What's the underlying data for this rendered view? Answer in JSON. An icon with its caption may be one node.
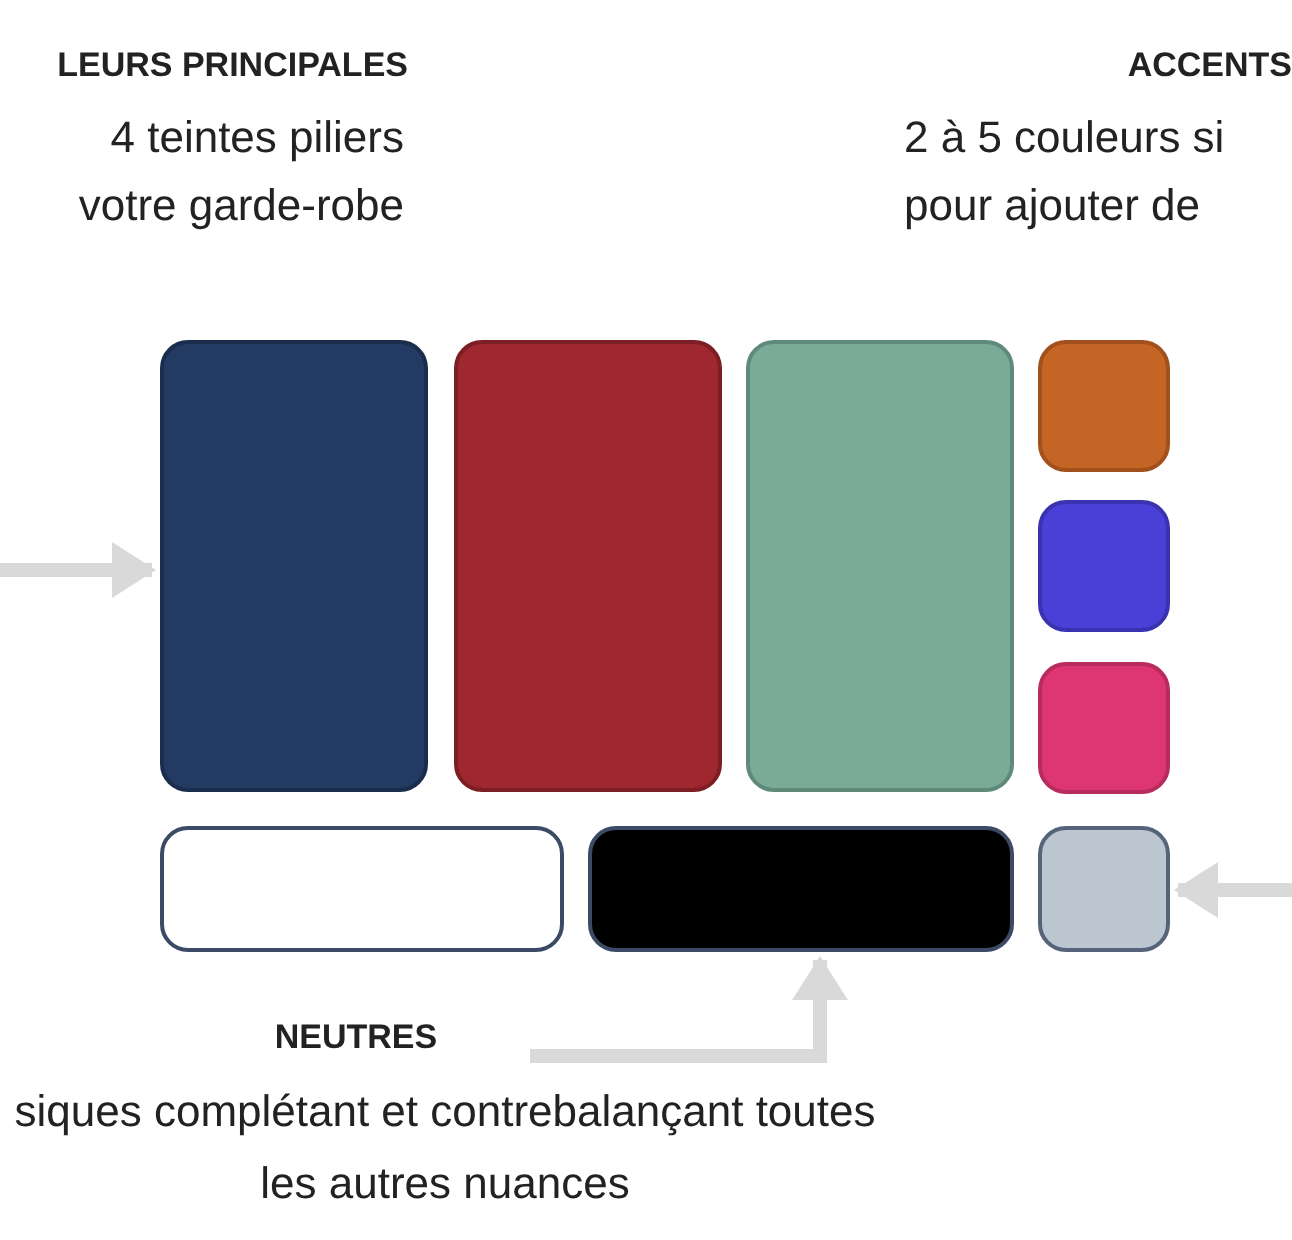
{
  "diagram": {
    "nodes": [
      {
        "text": [],
        "shape": "box"
      },
      {
        "text": [],
        "shape": "box"
      },
      {
        "text": [],
        "shape": "box"
      },
      {
        "text": [],
        "shape": "box"
      },
      {
        "text": [],
        "shape": "box"
      },
      {
        "text": [],
        "shape": "box"
      },
      {
        "text": [],
        "shape": "box"
      },
      {
        "text": [],
        "shape": "box"
      },
      {
        "text": [],
        "shape": "box"
      },
      {
        "text": [
          "NEUTRES",
          "siques complétant et contrebalançant toutes les autres nuances"
        ]
      }
    ],
    "edges": [
      {
        "from": null,
        "to": 0,
        "arrow": "to"
      },
      {
        "from": null,
        "to": 8,
        "arrow": "to"
      },
      {
        "from": 9,
        "to": 7,
        "arrow": "to"
      }
    ],
    "labels": [
      "LEURS PRINCIPALES",
      "4 teintes piliers votre garde-robe",
      "ACCENTS",
      "2 à 5 couleurs si pour ajouter de"
    ]
  }
}
